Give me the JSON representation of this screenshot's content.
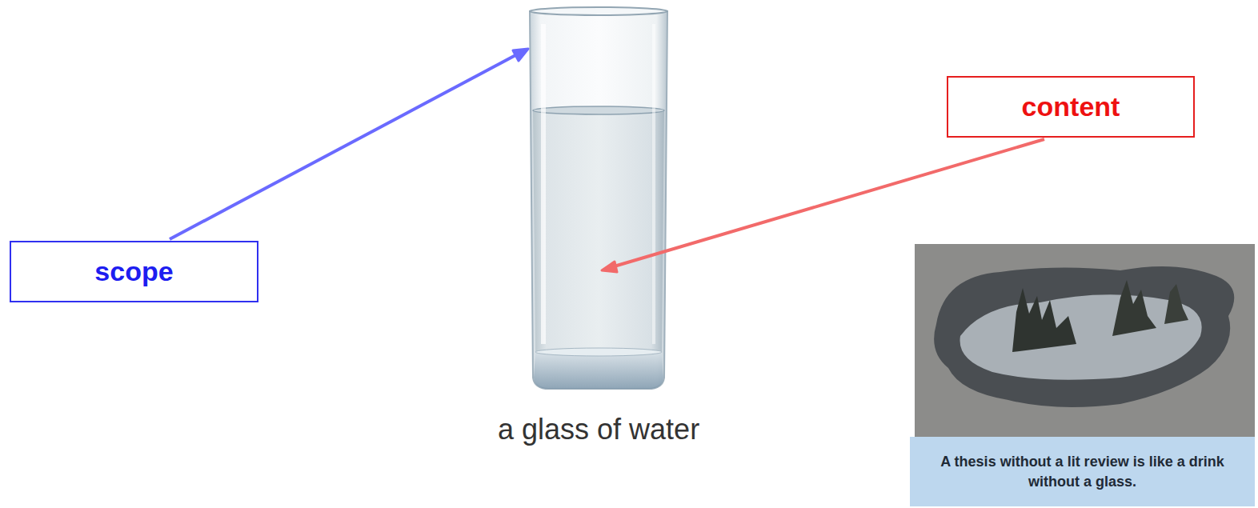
{
  "diagram": {
    "nodes": [
      {
        "text": [
          "scope"
        ]
      },
      {
        "text": [
          "content"
        ]
      },
      {
        "text": [
          "A thesis without a lit review is like a drink without a glass."
        ]
      }
    ],
    "labels": [
      "a glass of water"
    ]
  }
}
